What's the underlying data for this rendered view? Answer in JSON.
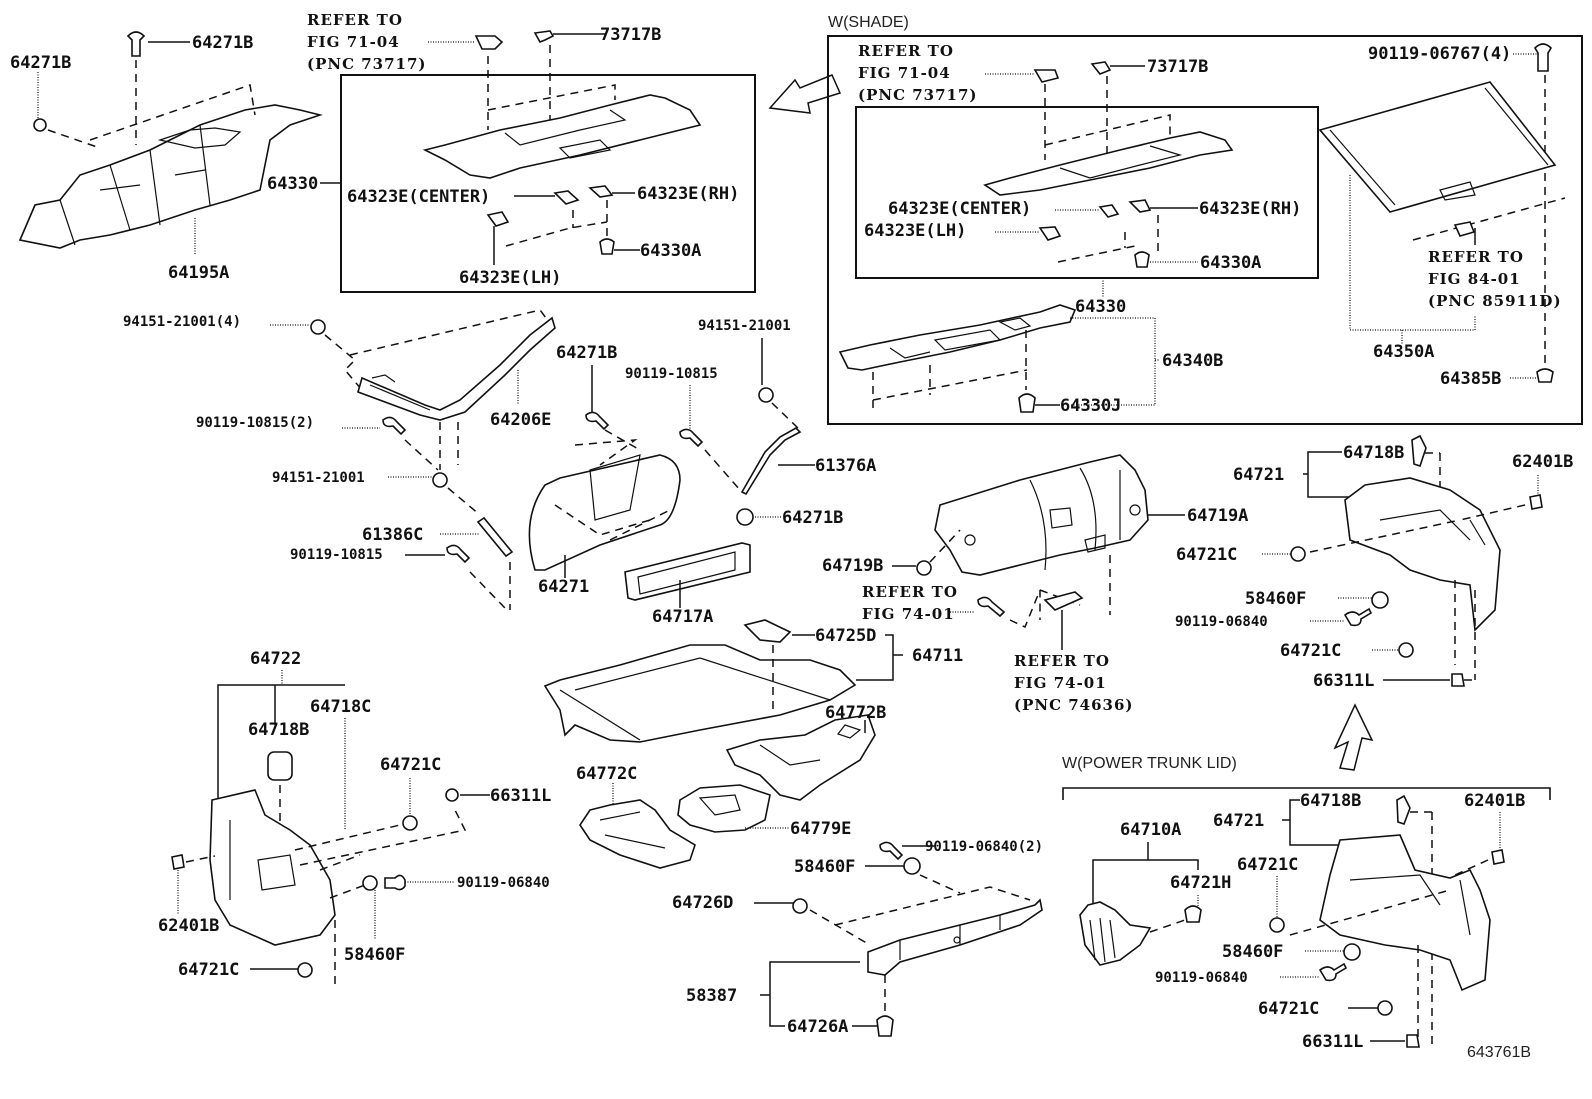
{
  "diagram": {
    "figure_id": "643761B",
    "sections": {
      "shade": "W(SHADE)",
      "power_trunk_lid": "W(POWER TRUNK LID)"
    },
    "notes": {
      "refer_71_04": [
        "REFER TO",
        "FIG 71-04",
        "(PNC 73717)"
      ],
      "refer_71_04_shade": [
        "REFER TO",
        "FIG 71-04",
        "(PNC 73717)"
      ],
      "refer_84_01": [
        "REFER TO",
        "FIG 84-01",
        "(PNC 85911D)"
      ],
      "refer_74_01_a": [
        "REFER TO",
        "FIG 74-01"
      ],
      "refer_74_01_b": [
        "REFER TO",
        "FIG 74-01",
        "(PNC 74636)"
      ]
    },
    "labels": {
      "p64271B_a": "64271B",
      "p64271B_b": "64271B",
      "p64195A": "64195A",
      "p64330": "64330",
      "p73717B": "73717B",
      "p64323E_center": "64323E(CENTER)",
      "p64323E_rh": "64323E(RH)",
      "p64323E_lh": "64323E(LH)",
      "p64330A": "64330A",
      "s_73717B": "73717B",
      "s_64323E_center": "64323E(CENTER)",
      "s_64323E_rh": "64323E(RH)",
      "s_64323E_lh": "64323E(LH)",
      "s_64330A": "64330A",
      "s_64330": "64330",
      "s_64340B": "64340B",
      "s_64330J": "64330J",
      "s_90119_06767": "90119-06767(4)",
      "s_64350A": "64350A",
      "s_64385B": "64385B",
      "p94151_21001_4": "94151-21001(4)",
      "p90119_10815_2": "90119-10815(2)",
      "p94151_21001_a": "94151-21001",
      "p61386C": "61386C",
      "p90119_10815_a": "90119-10815",
      "p64206E": "64206E",
      "p64271B_c": "64271B",
      "p90119_10815_b": "90119-10815",
      "p94151_21001_b": "94151-21001",
      "p61376A": "61376A",
      "p64271B_d": "64271B",
      "p64271": "64271",
      "p64717A": "64717A",
      "p64719A": "64719A",
      "p64719B": "64719B",
      "p64725D": "64725D",
      "p64711": "64711",
      "p64772B": "64772B",
      "p64772C": "64772C",
      "p64779E": "64779E",
      "p90119_06840_2": "90119-06840(2)",
      "p58460F_c": "58460F",
      "p64726D": "64726D",
      "p58387": "58387",
      "p64726A": "64726A",
      "p64722": "64722",
      "p64718C": "64718C",
      "p64718B_l": "64718B",
      "p64721C_l1": "64721C",
      "p66311L_l": "66311L",
      "p90119_06840_l": "90119-06840",
      "p62401B_l": "62401B",
      "p58460F_l": "58460F",
      "p64721C_l2": "64721C",
      "p64721_r": "64721",
      "p64718B_r": "64718B",
      "p62401B_r": "62401B",
      "p64721C_r1": "64721C",
      "p58460F_r": "58460F",
      "p90119_06840_r": "90119-06840",
      "p64721C_r2": "64721C",
      "p66311L_r": "66311L",
      "t64710A": "64710A",
      "t64721H": "64721H",
      "t64721": "64721",
      "t64718B": "64718B",
      "t62401B": "62401B",
      "t64721C_1": "64721C",
      "t58460F": "58460F",
      "t90119_06840": "90119-06840",
      "t64721C_2": "64721C",
      "t66311L": "66311L"
    }
  }
}
